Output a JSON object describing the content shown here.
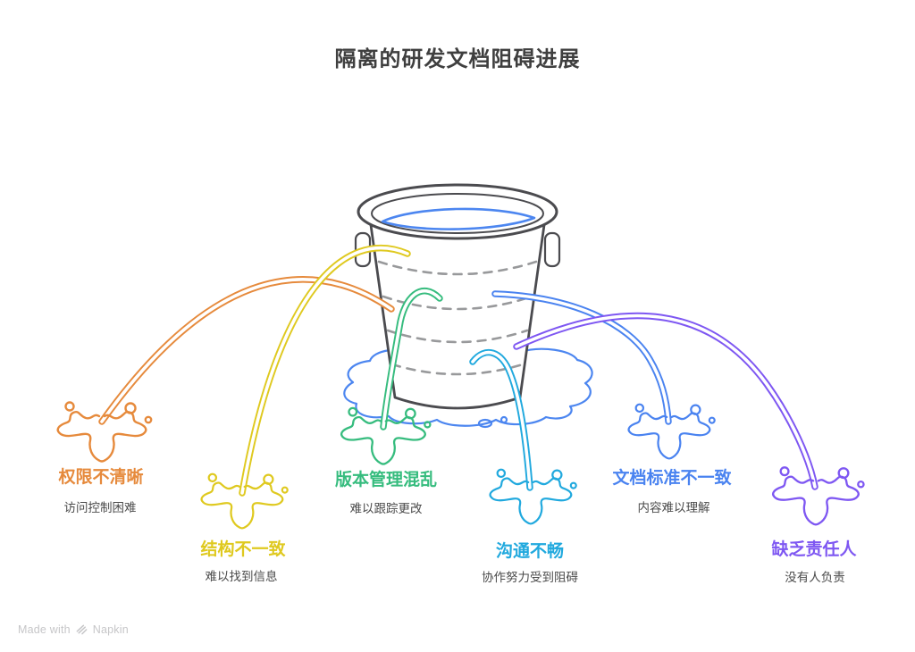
{
  "title": "隔离的研发文档阻碍进展",
  "items": [
    {
      "label": "权限不清晰",
      "desc": "访问控制困难",
      "color": "#E68A3C"
    },
    {
      "label": "结构不一致",
      "desc": "难以找到信息",
      "color": "#DFC91F"
    },
    {
      "label": "版本管理混乱",
      "desc": "难以跟踪更改",
      "color": "#36BC7E"
    },
    {
      "label": "沟通不畅",
      "desc": "协作努力受到阻碍",
      "color": "#21A9DE"
    },
    {
      "label": "文档标准不一致",
      "desc": "内容难以理解",
      "color": "#4A83F0"
    },
    {
      "label": "缺乏责任人",
      "desc": "没有人负责",
      "color": "#7E57F2"
    }
  ],
  "colors": {
    "outline": "#4B4B4F",
    "dashes": "#98999B",
    "water": "#4C86F0",
    "title": "#3F3F3F",
    "desc": "#4A4A4A",
    "watermark": "#C6C6C8"
  },
  "watermark": {
    "prefix": "Made with",
    "brand": "Napkin"
  }
}
